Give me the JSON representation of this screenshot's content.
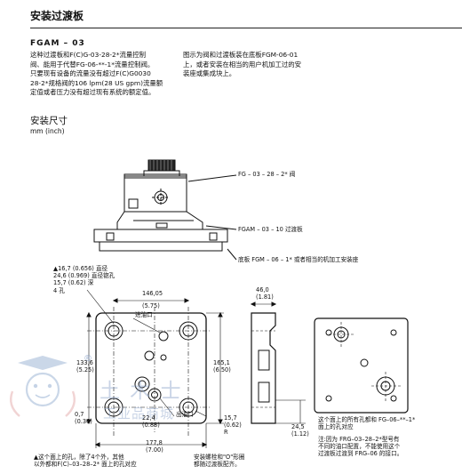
{
  "page": {
    "title": "安装过渡板",
    "model": "FGAM – 03",
    "description_left": [
      "这种过渡板和F(C)G-03-28-2*流量控制",
      "阀、能用于代替FG-06-**-1*流量控制阀。",
      "只要现有设备的流量没有超过F(C)G0030",
      "28-2*规格阀的106 lpm(28 US gpm)流量额",
      "定值或者压力没有超过现有系统的额定值。"
    ],
    "description_right": [
      "图示为阀和过渡板装在底板FGM-06-01",
      "上，或者安装在相当的用户机加工过的安",
      "装座或集成块上。"
    ],
    "section_title": "安装尺寸",
    "unit": "mm (inch)"
  },
  "side_view": {
    "callouts": [
      "FG – 03 – 28 – 2* 阀",
      "FGAM – 03 – 10 过渡板",
      "底板 FGM – 06 – 1* 或者相当的机加工安装座"
    ]
  },
  "plan_view": {
    "hole_spec": [
      "▲16,7 (0.656) 直径",
      "24,6 (0.969) 直径锪孔",
      "15,7 (0.62) 深",
      "4 孔"
    ],
    "dims": {
      "width_top": "146,05",
      "width_top_in": "(5.75)",
      "height_left": "133,6",
      "height_left_in": "(5.25)",
      "height_right": "165,1",
      "height_right_in": "(6.50)",
      "small_left": "0,7",
      "small_left_in": "(0.36)",
      "small_mid": "22,4",
      "small_mid_in": "(0.88)",
      "r_val": "15,7",
      "r_val_in": "(0.62)",
      "r_label": "R",
      "bottom_width": "177,8",
      "bottom_width_in": "(7.00)",
      "side_width": "46,0",
      "side_width_in": "(1.81)",
      "side_bottom": "24,5",
      "side_bottom_in": "(1.12)"
    },
    "inlet_label": "进油口",
    "outlet_label": "出油口",
    "note_left": [
      "▲这个面上的孔，除了4个外，其他",
      "以外都和F(C)–03–28–2* 面上的孔对应"
    ],
    "note_bottom": [
      "安装螺栓和\"O\"形圈",
      "都随过渡板配齐。"
    ]
  },
  "bottom_view": {
    "note_a": [
      "这个面上的所有孔都和 FG–06–**–1*",
      "面上的孔对应"
    ],
    "note_b": [
      "注:因为 FRG–03–28–2*型号有",
      "不同的油口配置，不能使用这个",
      "过渡板过渡到 FRG–06 的接口。"
    ]
  },
  "watermark": {
    "symbol": "®",
    "text1": "土 木 士",
    "text2": "工业品商城"
  }
}
